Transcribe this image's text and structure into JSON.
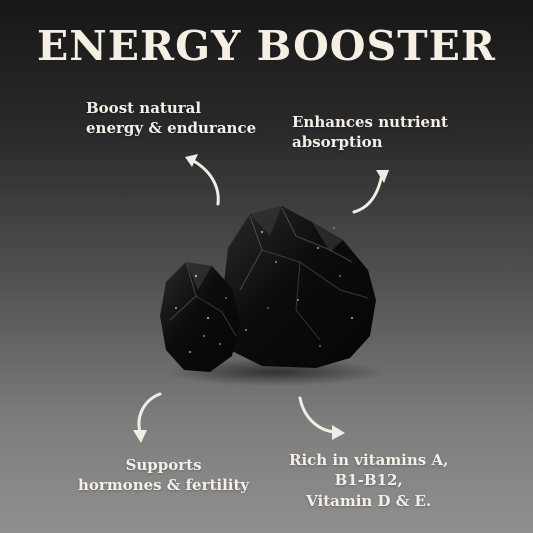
{
  "title": "ENERGY BOOSTER",
  "benefits": {
    "top_left": {
      "line1": "Boost natural",
      "line2": "energy & endurance"
    },
    "top_right": {
      "line1": "Enhances nutrient",
      "line2": "absorption"
    },
    "bottom_left": {
      "line1": "Supports",
      "line2": "hormones & fertility"
    },
    "bottom_right": {
      "line1": "Rich in vitamins A,",
      "line2": "B1-B12,",
      "line3": "Vitamin D & E."
    }
  },
  "colors": {
    "background_top": "#171717",
    "background_bottom": "#8f8f8f",
    "text": "#f6efe4",
    "stone": "#0b0b0b"
  },
  "icons": [
    "curved-arrow-icon",
    "shilajit-stone-image"
  ]
}
